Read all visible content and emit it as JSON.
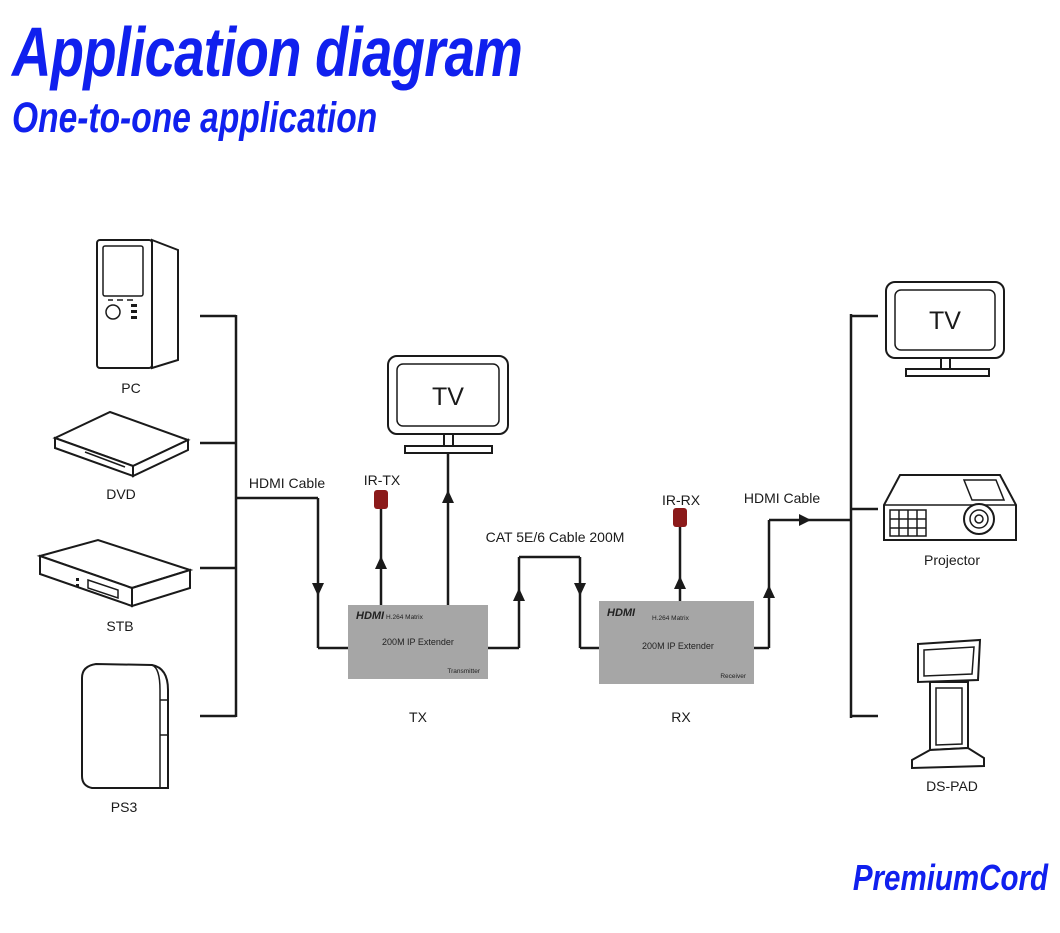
{
  "header": {
    "title": "Application diagram",
    "subtitle": "One-to-one application"
  },
  "brand": "PremiumCord",
  "sources": {
    "pc": "PC",
    "dvd": "DVD",
    "stb": "STB",
    "ps3": "PS3"
  },
  "cables": {
    "hdmi_in": "HDMI Cable",
    "cat": "CAT 5E/6 Cable 200M",
    "hdmi_out": "HDMI Cable"
  },
  "tx": {
    "tv_label": "TV",
    "ir_label": "IR-TX",
    "logo": "HDMI",
    "codec": "H.264  Matrix",
    "model": "200M IP Extender",
    "role": "Transmitter",
    "caption": "TX"
  },
  "rx": {
    "ir_label": "IR-RX",
    "logo": "HDMI",
    "codec": "H.264  Matrix",
    "model": "200M IP Extender",
    "role": "Receiver",
    "caption": "RX"
  },
  "displays": {
    "tv_text": "TV",
    "projector": "Projector",
    "dspad": "DS-PAD"
  },
  "colors": {
    "title": "#1020ee",
    "extender_box": "#a6a6a6",
    "ir_sensor": "#8b1a1a"
  }
}
